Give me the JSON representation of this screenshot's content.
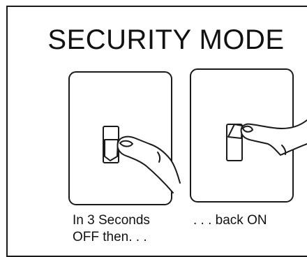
{
  "title": "SECURITY MODE",
  "panels": [
    {
      "switch_state": "down",
      "caption_lines": [
        "In 3 Seconds",
        "OFF then. . ."
      ]
    },
    {
      "switch_state": "up",
      "caption_lines": [
        ". . . back ON"
      ]
    }
  ],
  "icons": {
    "left_panel": "light-switch-being-flipped-off",
    "right_panel": "light-switch-being-flipped-on"
  },
  "colors": {
    "line": "#1a1a1a",
    "background": "#ffffff"
  }
}
